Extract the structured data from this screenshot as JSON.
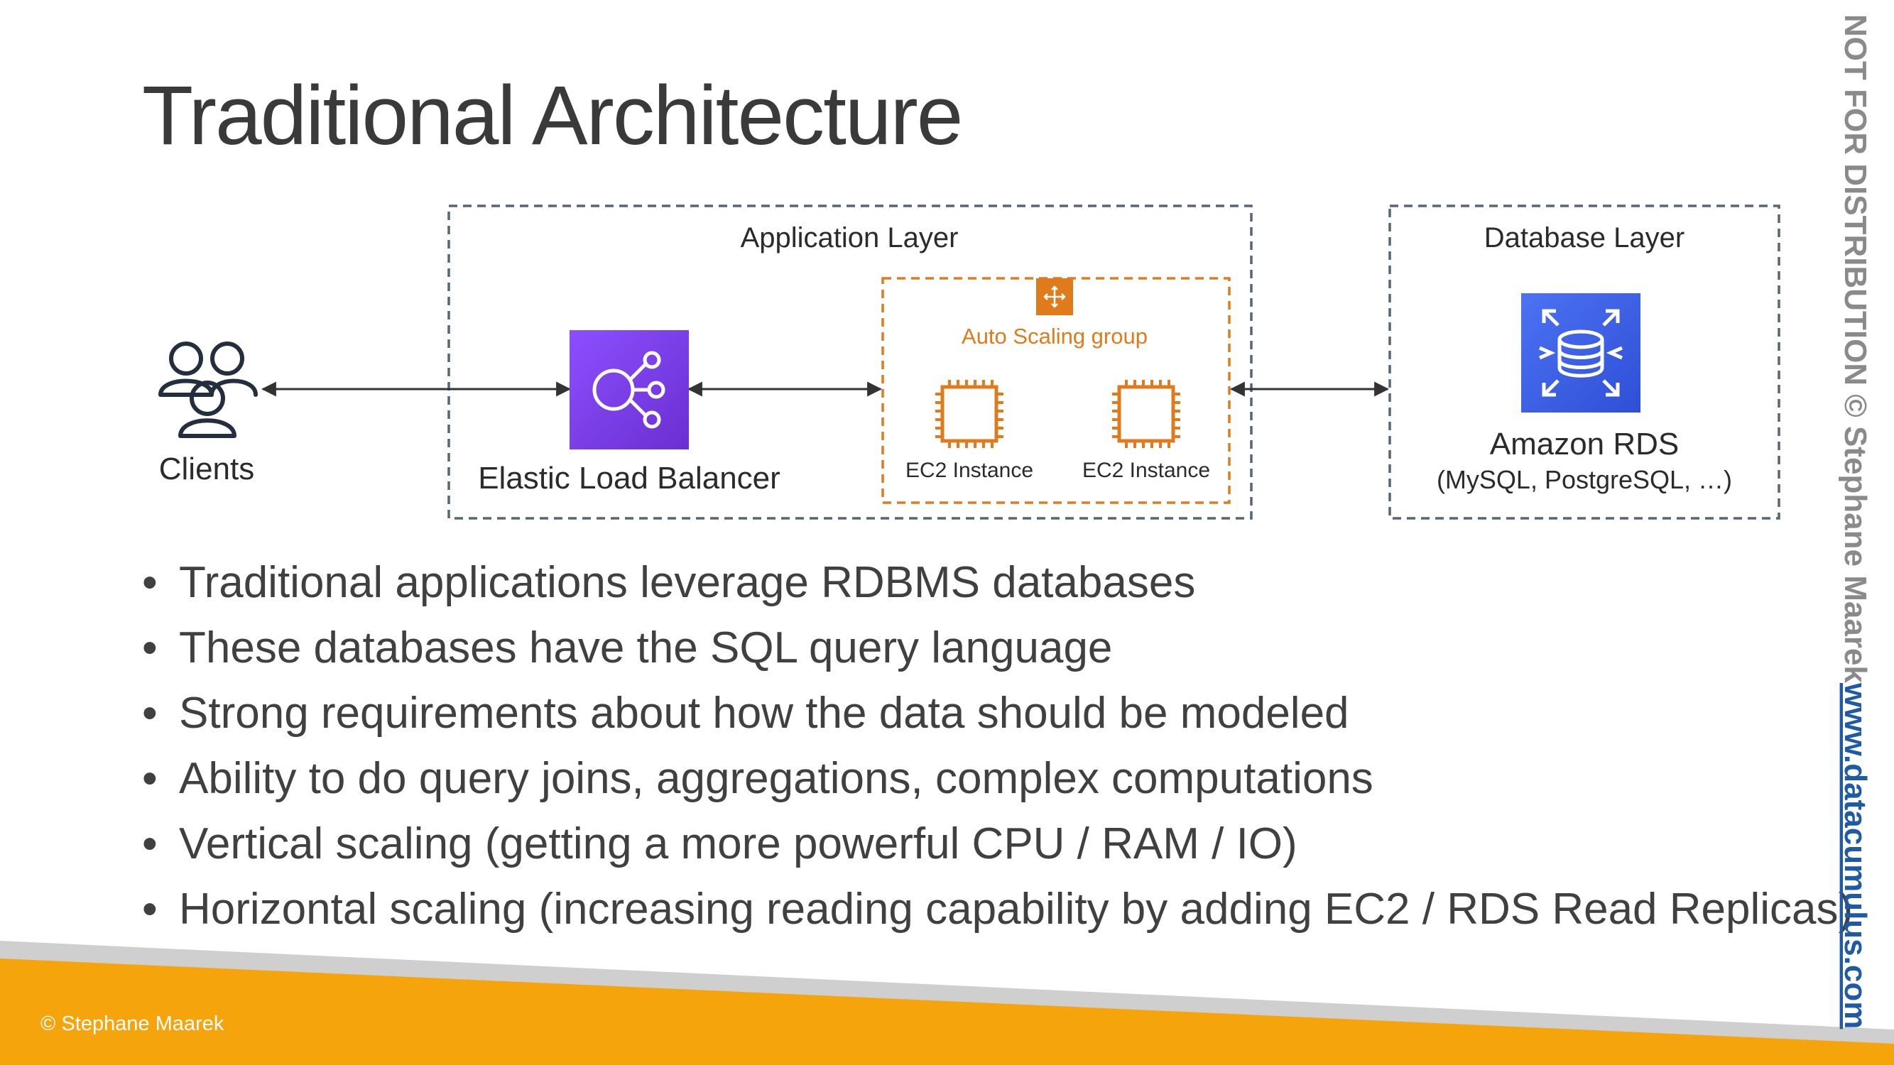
{
  "slide": {
    "title": "Traditional Architecture",
    "footer": "© Stephane Maarek"
  },
  "watermark": {
    "text": "NOT FOR DISTRIBUTION © Stephane Maarek",
    "link": "www.datacumulus.com",
    "text_color": "#8a8a8a",
    "link_color": "#1f5aa6"
  },
  "diagram": {
    "application_layer_label": "Application Layer",
    "database_layer_label": "Database Layer",
    "clients_label": "Clients",
    "elb_label": "Elastic Load Balancer",
    "asg_label": "Auto Scaling group",
    "ec2_instances": [
      "EC2 Instance",
      "EC2 Instance"
    ],
    "rds_label": "Amazon RDS",
    "rds_engines": "(MySQL, PostgreSQL, …)",
    "icons": {
      "clients": "users-icon",
      "elb": "load-balancer-icon",
      "asg": "auto-scaling-icon",
      "ec2": "cpu-chip-icon",
      "rds": "database-icon"
    },
    "colors": {
      "elb_gradient": [
        "#8c4fff",
        "#6a2fd1"
      ],
      "rds_gradient": [
        "#4d72f3",
        "#2e4fd6"
      ],
      "aws_orange": "#e07b1c",
      "layer_border": "#556677"
    }
  },
  "bullets": [
    "Traditional applications leverage RDBMS databases",
    "These databases have the SQL query language",
    "Strong requirements about how the data should be modeled",
    "Ability to do query joins, aggregations, complex computations",
    "Vertical scaling (getting a more powerful CPU / RAM / IO)",
    "Horizontal scaling (increasing reading capability by adding EC2 / RDS Read Replicas)"
  ]
}
